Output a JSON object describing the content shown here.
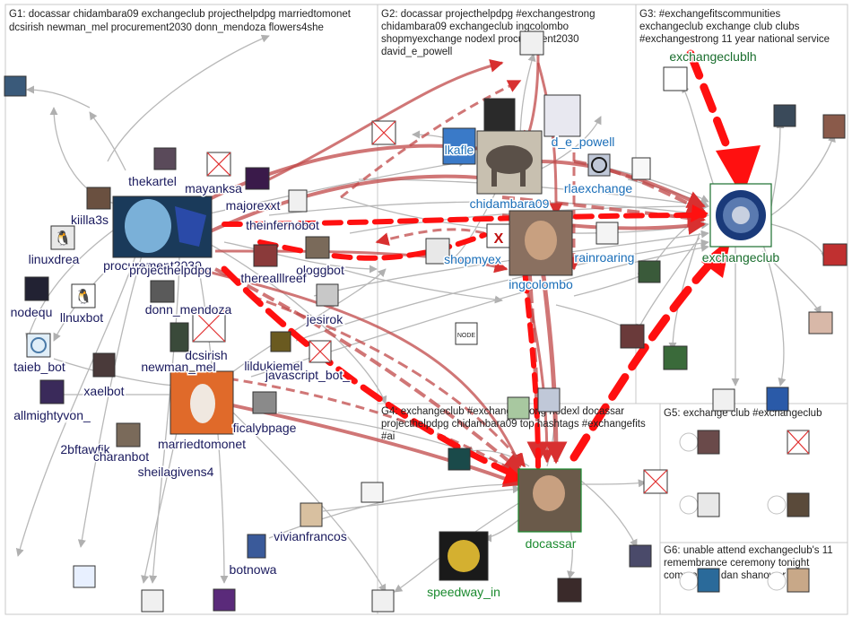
{
  "groups": [
    {
      "id": "G1",
      "lines": [
        "G1: docassar chidambara09 exchangeclub projecthelpdpg marriedtomonet",
        "dcsirish newman_mel procurement2030 donn_mendoza flowers4she"
      ]
    },
    {
      "id": "G2",
      "lines": [
        "G2: docassar projecthelpdpg #exchangestrong",
        "chidambara09 exchangeclub ingcolombo",
        "shopmyexchange nodexl procurement2030",
        "david_e_powell"
      ]
    },
    {
      "id": "G3",
      "lines": [
        "G3: #exchangefitscommunities",
        "exchangeclub exchange club clubs",
        "#exchangestrong 11 year national service"
      ]
    },
    {
      "id": "G4",
      "lines": [
        "G4: exchangeclub #exchangestrong nodexl docassar",
        "projecthelpdpg chidambara09 top hashtags #exchangefits",
        "#ai"
      ]
    },
    {
      "id": "G5",
      "lines": [
        "G5: exchange club #exchangeclub"
      ]
    },
    {
      "id": "G6",
      "lines": [
        "G6: unable attend exchangeclub's 11",
        "remembrance ceremony tonight",
        "commander dan shanower"
      ]
    }
  ],
  "nodes": [
    {
      "id": "exchangeclub",
      "label": "exchangeclub",
      "group": "G3",
      "color": "#1a6e2e",
      "icon": "exchange-club-logo"
    },
    {
      "id": "exchangeclublh",
      "label": "exchangeclublh",
      "group": "G3",
      "color": "#1a6e2e"
    },
    {
      "id": "docassar",
      "label": "docassar",
      "group": "G4",
      "color": "#1a8a2e"
    },
    {
      "id": "speedway_in",
      "label": "speedway_in",
      "group": "G4",
      "color": "#1a8a2e"
    },
    {
      "id": "chidambara09",
      "label": "chidambara09",
      "group": "G2",
      "color": "#1a6eb8"
    },
    {
      "id": "ingcolombo",
      "label": "ingcolombo",
      "group": "G2",
      "color": "#1a6eb8"
    },
    {
      "id": "david_e_powell",
      "label": "d_e_powell",
      "group": "G2",
      "color": "#1a6eb8"
    },
    {
      "id": "lkafle",
      "label": "lkafle",
      "group": "G2",
      "color": "#1a6eb8"
    },
    {
      "id": "rlaexchange",
      "label": "rlaexchange",
      "group": "G2",
      "color": "#1a6eb8"
    },
    {
      "id": "shopmyexchange",
      "label": "shopmyex",
      "group": "G2",
      "color": "#1a6eb8"
    },
    {
      "id": "rainroaring",
      "label": "rainroaring",
      "group": "G2",
      "color": "#1a6eb8"
    },
    {
      "id": "procurement2030",
      "label": "procurement2030",
      "group": "G1",
      "color": "#1a1a5e"
    },
    {
      "id": "thekartel",
      "label": "thekartel",
      "group": "G1",
      "color": "#1a1a5e"
    },
    {
      "id": "mayanksa",
      "label": "mayanksa",
      "group": "G1",
      "color": "#1a1a5e"
    },
    {
      "id": "majorexxt",
      "label": "majorexxt",
      "group": "G1",
      "color": "#1a1a5e"
    },
    {
      "id": "theinfernobot",
      "label": "theinfernobot",
      "group": "G1",
      "color": "#1a1a5e"
    },
    {
      "id": "kiilla3s",
      "label": "kiilla3s",
      "group": "G1",
      "color": "#1a1a5e"
    },
    {
      "id": "linuxdrea",
      "label": "linuxdrea",
      "group": "G1",
      "color": "#1a1a5e"
    },
    {
      "id": "projecthelpdpg",
      "label": "projecthelpdpg",
      "group": "G1",
      "color": "#1a1a5e"
    },
    {
      "id": "ologgbot",
      "label": "ologgbot",
      "group": "G1",
      "color": "#1a1a5e"
    },
    {
      "id": "therealllreef",
      "label": "therealllreef",
      "group": "G1",
      "color": "#1a1a5e"
    },
    {
      "id": "nodequ",
      "label": "nodequ",
      "group": "G1",
      "color": "#1a1a5e"
    },
    {
      "id": "llnuxbot",
      "label": "llnuxbot",
      "group": "G1",
      "color": "#1a1a5e"
    },
    {
      "id": "donn_mendoza",
      "label": "donn_mendoza",
      "group": "G1",
      "color": "#1a1a5e"
    },
    {
      "id": "jesirok",
      "label": "jesirok",
      "group": "G1",
      "color": "#1a1a5e"
    },
    {
      "id": "taieb_bot",
      "label": "taieb_bot",
      "group": "G1",
      "color": "#1a1a5e"
    },
    {
      "id": "dcsirish",
      "label": "dcsirish",
      "group": "G1",
      "color": "#1a1a5e"
    },
    {
      "id": "newman_mel",
      "label": "newman_mel",
      "group": "G1",
      "color": "#1a1a5e"
    },
    {
      "id": "lildukiemel",
      "label": "lildukiemel",
      "group": "G1",
      "color": "#1a1a5e"
    },
    {
      "id": "javascript_bot_",
      "label": "javascript_bot_",
      "group": "G1",
      "color": "#1a1a5e"
    },
    {
      "id": "xaelbot",
      "label": "xaelbot",
      "group": "G1",
      "color": "#1a1a5e"
    },
    {
      "id": "allmightyvon_",
      "label": "allmightyvon_",
      "group": "G1",
      "color": "#1a1a5e"
    },
    {
      "id": "ficalybpage",
      "label": "ficalybpage",
      "group": "G1",
      "color": "#1a1a5e"
    },
    {
      "id": "marriedtomonet",
      "label": "marriedtomonet",
      "group": "G1",
      "color": "#1a1a5e"
    },
    {
      "id": "2bftawfik",
      "label": "2bftawfik",
      "group": "G1",
      "color": "#1a1a5e"
    },
    {
      "id": "charanbot",
      "label": "charanbot",
      "group": "G1",
      "color": "#1a1a5e"
    },
    {
      "id": "sheilagivens4",
      "label": "sheilagivens4",
      "group": "G1",
      "color": "#1a1a5e"
    },
    {
      "id": "vivianfrancos",
      "label": "vivianfrancos",
      "group": "G1",
      "color": "#1a1a5e"
    },
    {
      "id": "botnowa",
      "label": "botnowa",
      "group": "G1",
      "color": "#1a1a5e"
    }
  ],
  "colors": {
    "edge_red": "#e02020",
    "edge_strong": "#ff1010",
    "edge_grey": "#b0b0b0",
    "edge_rose": "#c06060"
  }
}
